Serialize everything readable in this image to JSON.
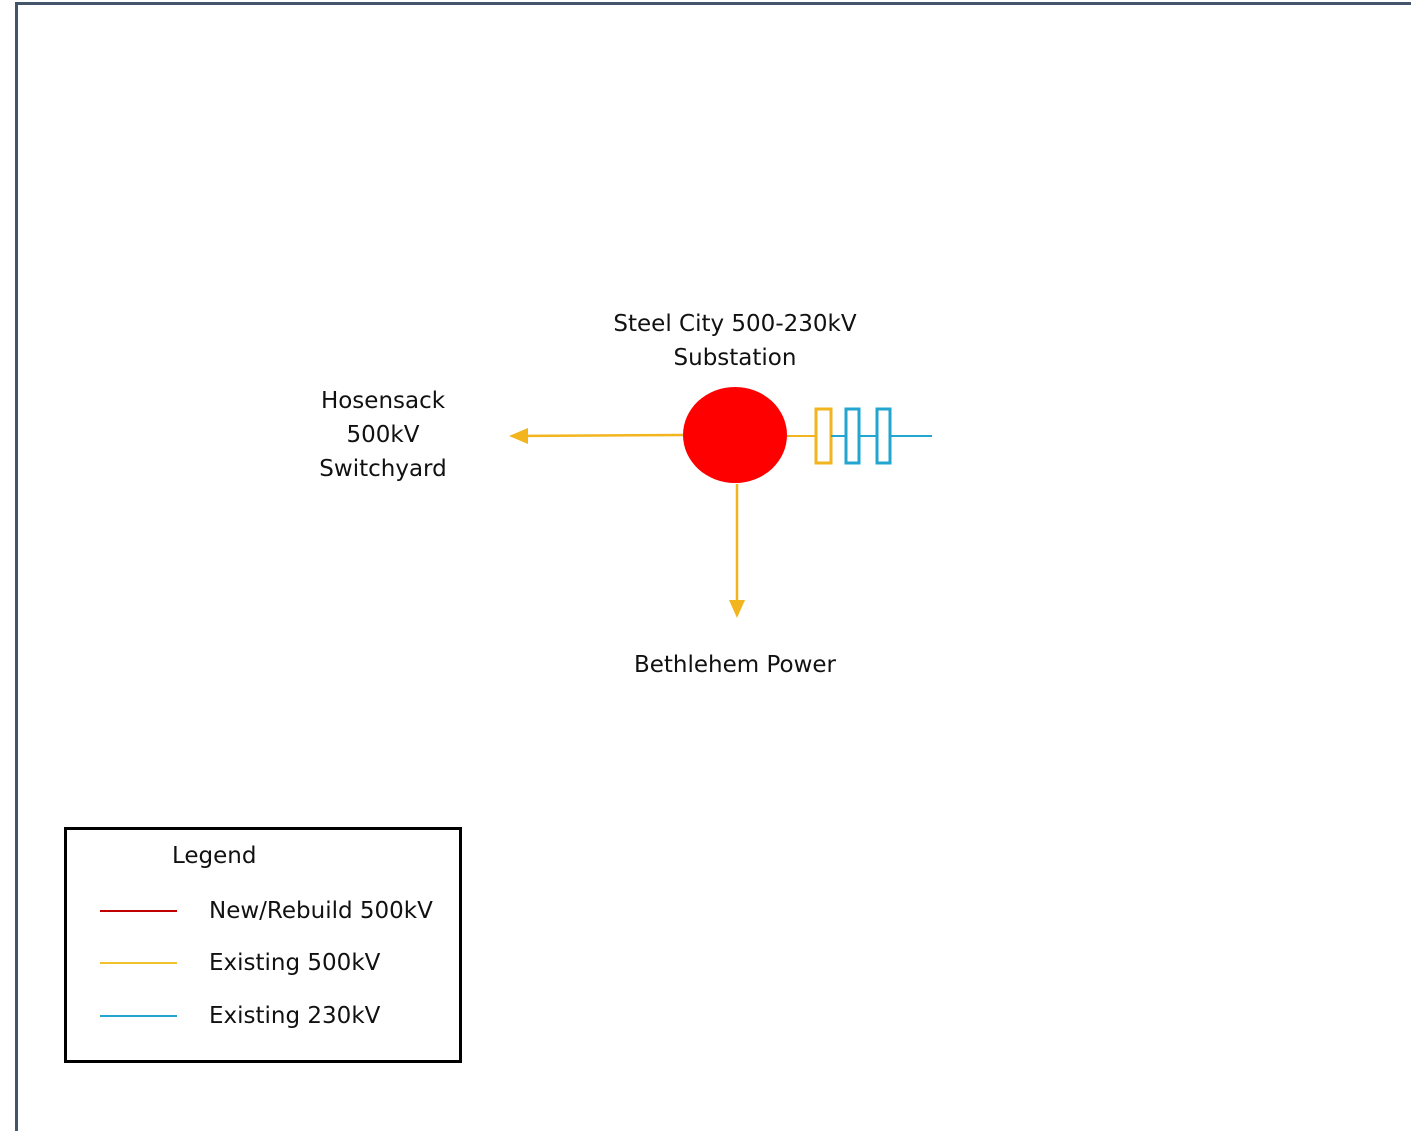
{
  "nodes": {
    "substation": {
      "name": "Steel City 500-230kV",
      "name_line2": "Substation"
    },
    "hosensack": {
      "line1": "Hosensack",
      "line2": "500kV",
      "line3": "Switchyard"
    },
    "bethlehem": {
      "name": "Bethlehem Power"
    }
  },
  "legend": {
    "title": "Legend",
    "items": [
      {
        "label": "New/Rebuild 500kV",
        "color": "#c00000"
      },
      {
        "label": "Existing 500kV",
        "color": "#f2c12e"
      },
      {
        "label": "Existing 230kV",
        "color": "#22a5cf"
      }
    ]
  },
  "colors": {
    "substation_fill": "#ff0000",
    "line_500kv": "#f2b51d",
    "line_230kv": "#22a5cf",
    "frame": "#44546a"
  }
}
